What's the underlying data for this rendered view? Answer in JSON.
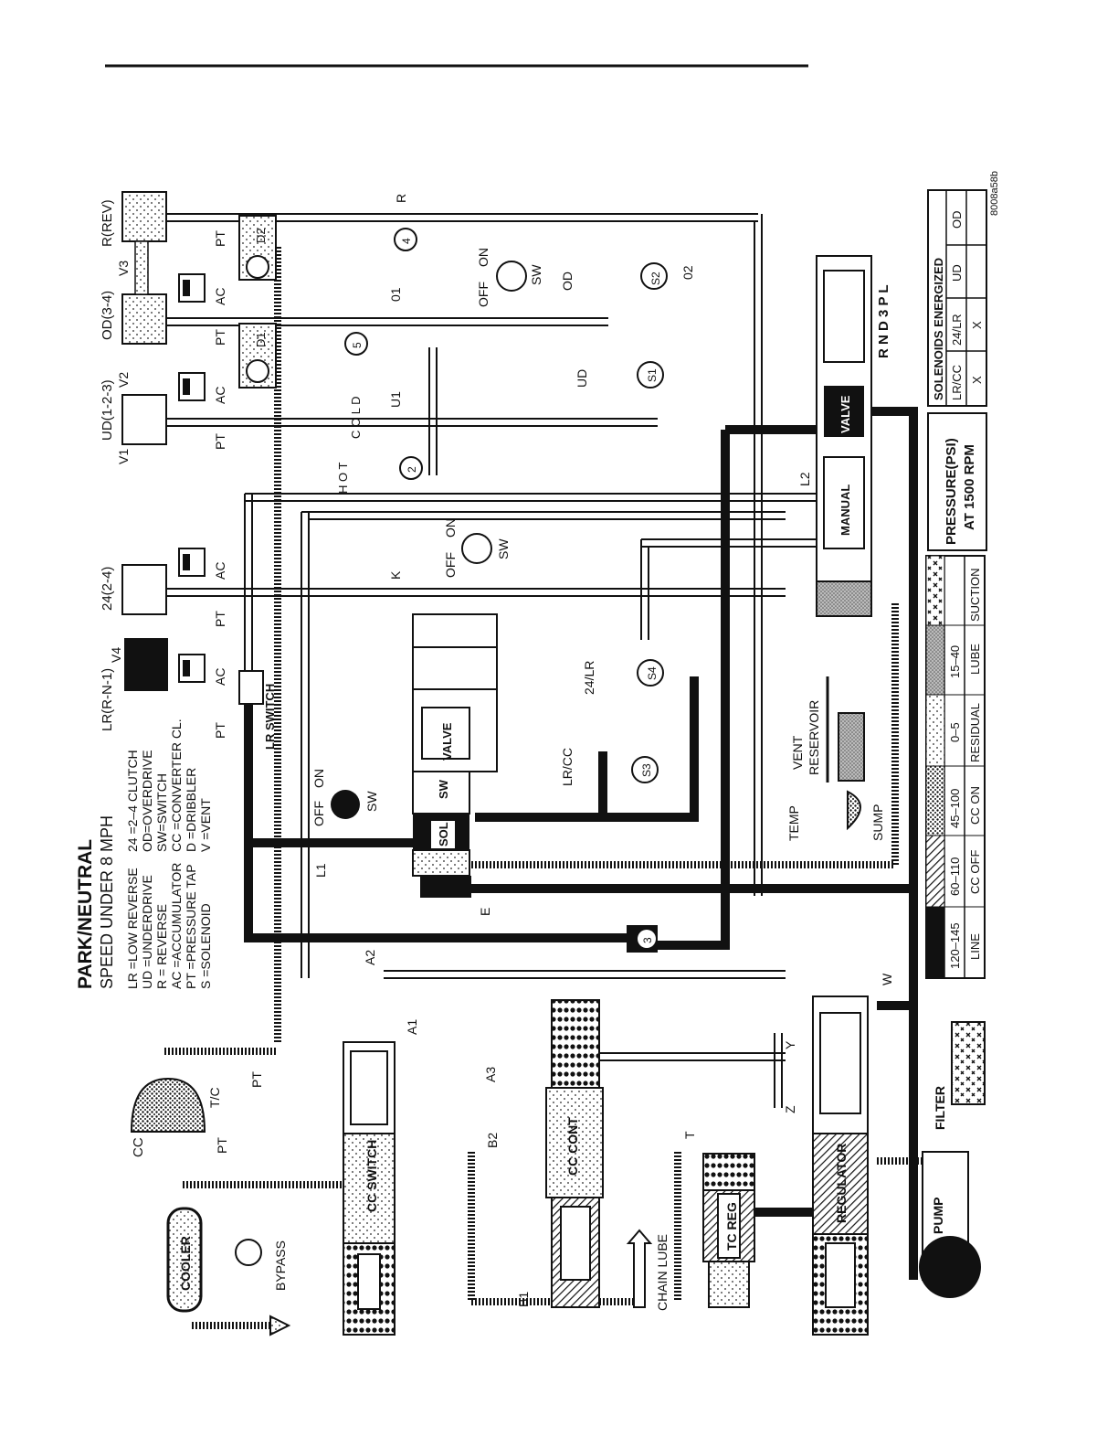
{
  "figure_id": "8008a58b",
  "title": "PARK/NEUTRAL",
  "subtitle": "SPEED UNDER 8 MPH",
  "legend_abbrev": [
    "LR =LOW REVERSE",
    "UD =UNDERDRIVE",
    "R  = REVERSE",
    "AC =ACCUMULATOR",
    "PT =PRESSURE TAP",
    "S  =SOLENOID",
    "24 =2–4 CLUTCH",
    "OD=OVERDRIVE",
    "SW=SWITCH",
    "CC =CONVERTER CL.",
    "D  =DRIBBLER",
    "V  =VENT"
  ],
  "clutches": {
    "lr": "LR(R-N-1)",
    "c24": "24(2-4)",
    "ud": "UD(1-2-3)",
    "od": "OD(3-4)",
    "rev": "R(REV)"
  },
  "component_labels": {
    "cc": "CC",
    "tc": "T/C",
    "cooler": "COOLER",
    "bypass": "BYPASS",
    "cc_switch": "CC SWITCH",
    "cc_cont": "CC CONT",
    "chain_lube": "CHAIN LUBE",
    "tc_reg": "TC REG",
    "regulator": "REGULATOR",
    "pump": "PUMP",
    "filter": "FILTER",
    "lr_switch": "LR SWITCH",
    "sol": "SOL",
    "sw": "SW",
    "valve": "VALVE",
    "manual": "MANUAL",
    "manual_valve": "VALVE",
    "temp": "TEMP",
    "sump": "SUMP",
    "vent": "VENT",
    "reservoir": "RESERVOIR",
    "off": "OFF",
    "on": "ON",
    "hot": "H O T",
    "cold": "C O L D",
    "lrcc": "LR/CC",
    "lr24": "24/LR",
    "ud_sol": "UD",
    "od_sol": "OD",
    "s1": "S1",
    "s2": "S2",
    "s3": "S3",
    "s4": "S4",
    "gear_positions": "R N D 3 P L",
    "ac": "AC",
    "pt": "PT",
    "vent_v": "V"
  },
  "passage_labels": [
    "L1",
    "L2",
    "A1",
    "A2",
    "A3",
    "B1",
    "B2",
    "E",
    "K",
    "U1",
    "01",
    "02",
    "D1",
    "D2",
    "T",
    "W",
    "Y",
    "Z",
    "V1",
    "V2",
    "V3",
    "V4",
    "R"
  ],
  "check_balls": [
    "2",
    "3",
    "4",
    "5"
  ],
  "pressure_legend": {
    "title": "PRESSURE(PSI) AT 1500 RPM",
    "entries": [
      {
        "range": "120–145",
        "name": "LINE",
        "pattern": "solid"
      },
      {
        "range": "60–110",
        "name": "CC OFF",
        "pattern": "hatch"
      },
      {
        "range": "45–100",
        "name": "CC ON",
        "pattern": "dense-dots"
      },
      {
        "range": "0–5",
        "name": "RESIDUAL",
        "pattern": "sparse-dots"
      },
      {
        "range": "15–40",
        "name": "LUBE",
        "pattern": "grey-dots"
      },
      {
        "range": "",
        "name": "SUCTION",
        "pattern": "cross"
      }
    ]
  },
  "solenoid_table": {
    "title": "SOLENOIDS ENERGIZED",
    "headers": [
      "LR/CC",
      "24/LR",
      "UD",
      "OD"
    ],
    "row": [
      "X",
      "X",
      "",
      ""
    ]
  }
}
